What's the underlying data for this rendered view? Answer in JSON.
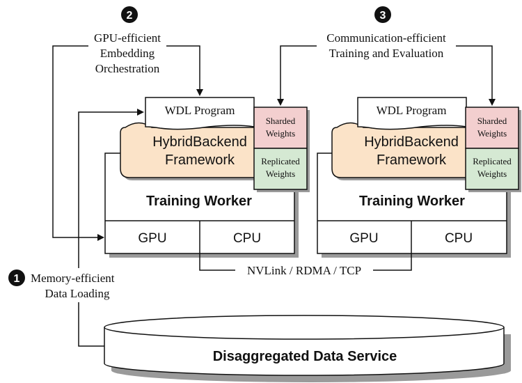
{
  "annotations": {
    "step1": {
      "number": "1",
      "line1": "Memory-efficient",
      "line2": "Data Loading"
    },
    "step2": {
      "number": "2",
      "line1": "GPU-efficient",
      "line2": "Embedding",
      "line3": "Orchestration"
    },
    "step3": {
      "number": "3",
      "line1": "Communication-efficient",
      "line2": "Training and Evaluation"
    }
  },
  "workers": [
    {
      "program": "WDL Program",
      "framework_line1": "HybridBackend",
      "framework_line2": "Framework",
      "sharded_line1": "Sharded",
      "sharded_line2": "Weights",
      "replicated_line1": "Replicated",
      "replicated_line2": "Weights",
      "title": "Training Worker",
      "gpu": "GPU",
      "cpu": "CPU"
    },
    {
      "program": "WDL Program",
      "framework_line1": "HybridBackend",
      "framework_line2": "Framework",
      "sharded_line1": "Sharded",
      "sharded_line2": "Weights",
      "replicated_line1": "Replicated",
      "replicated_line2": "Weights",
      "title": "Training Worker",
      "gpu": "GPU",
      "cpu": "CPU"
    }
  ],
  "interconnect": "NVLink / RDMA / TCP",
  "data_service": "Disaggregated Data Service",
  "colors": {
    "framework_fill": "#fbe3c8",
    "sharded_fill": "#f3cfcf",
    "replicated_fill": "#d5e9d3",
    "stroke": "#111111",
    "shadow": "#9a9a9a"
  }
}
